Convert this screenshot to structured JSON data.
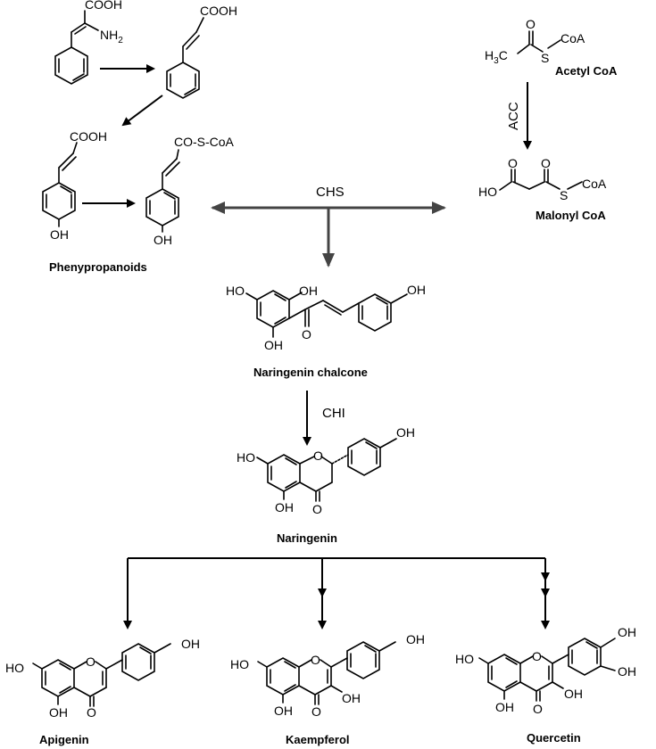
{
  "labels": {
    "cooh_1": "COOH",
    "nh2": "NH",
    "nh2_sub": "2",
    "cooh_2": "COOH",
    "cooh_3": "COOH",
    "oh_pcoum": "OH",
    "co_s_coa": "CO-S-CoA",
    "oh_pcoa": "OH",
    "phenylpropanoids": "Phenypropanoids",
    "acetyl_o": "O",
    "acetyl_h3c": "H",
    "acetyl_sub3": "3",
    "acetyl_c": "C",
    "acetyl_s": "S",
    "acetyl_coa_grp": "CoA",
    "acetyl_coa": "Acetyl CoA",
    "acc": "ACC",
    "malonyl_o1": "O",
    "malonyl_o2": "O",
    "malonyl_ho": "HO",
    "malonyl_s": "S",
    "malonyl_coa_grp": "CoA",
    "malonyl_coa": "Malonyl CoA",
    "chs": "CHS",
    "chal_ho1": "HO",
    "chal_oh1": "OH",
    "chal_oh2": "OH",
    "chal_o": "O",
    "chal_oh3": "OH",
    "naringenin_chalcone": "Naringenin chalcone",
    "chi": "CHI",
    "nar_ho": "HO",
    "nar_o": "O",
    "nar_oh": "OH",
    "nar_oh2": "OH",
    "nar_o2": "O",
    "naringenin": "Naringenin",
    "api_ho": "HO",
    "api_o": "O",
    "api_oh": "OH",
    "api_oh2": "OH",
    "api_o2": "O",
    "apigenin": "Apigenin",
    "kae_ho": "HO",
    "kae_o": "O",
    "kae_oh": "OH",
    "kae_oh2": "OH",
    "kae_o2": "O",
    "kae_oh3": "OH",
    "kaempferol": "Kaempferol",
    "que_ho": "HO",
    "que_o": "O",
    "que_oh1": "OH",
    "que_oh2": "OH",
    "que_oh3": "OH",
    "que_oh4": "OH",
    "que_o2": "O",
    "quercetin": "Quercetin"
  }
}
